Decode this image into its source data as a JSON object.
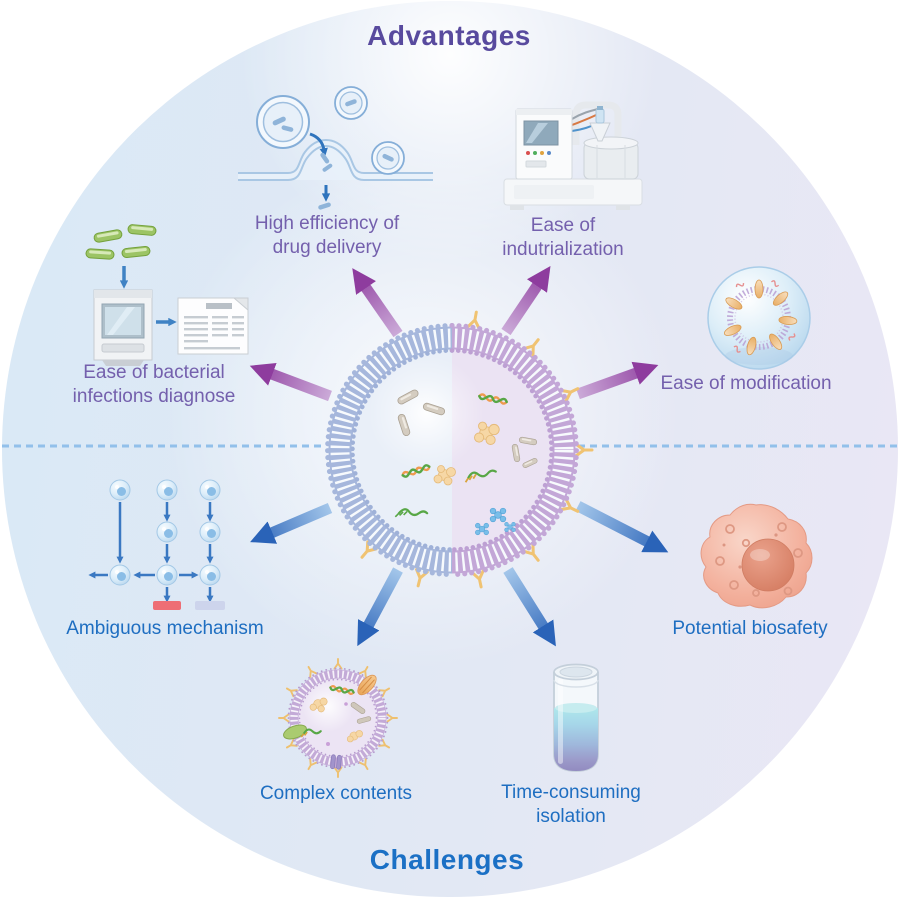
{
  "figure": {
    "title_top": "Advantages",
    "title_bottom": "Challenges"
  },
  "advantages": {
    "drug_delivery": {
      "line1": "High efficiency of",
      "line2": "drug delivery"
    },
    "industrialization": {
      "line1": "Ease of",
      "line2": "indutrialization"
    },
    "diagnosis": {
      "line1": "Ease of bacterial",
      "line2": "infections diagnose"
    },
    "modification": {
      "line1": "Ease of modification"
    }
  },
  "challenges": {
    "mechanism": {
      "line1": "Ambiguous mechanism"
    },
    "biosafety": {
      "line1": "Potential biosafety"
    },
    "contents": {
      "line1": "Complex contents"
    },
    "isolation": {
      "line1": "Time-consuming",
      "line2": "isolation"
    }
  },
  "icons": {
    "center": "bacterial-extracellular-vesicle-icon",
    "drug_delivery": "vesicle-membrane-fusion-icon",
    "industrialization": "industrial-machine-icon",
    "diagnosis": "bacteria-analyzer-report-icon",
    "modification": "modified-vesicle-icon",
    "mechanism": "pathway-flowchart-icon",
    "biosafety": "immune-cell-icon",
    "contents": "complex-vesicle-icon",
    "isolation": "centrifuge-tube-icon"
  },
  "colors": {
    "advantages_title": "#584a9e",
    "challenges_title": "#1b70c5",
    "advantage_label": "#7460ad",
    "challenge_label": "#1e6ec1",
    "advantage_arrow": "#8e3c9e",
    "challenge_arrow": "#2a63b8",
    "divider_dash": "#92c0ea"
  }
}
